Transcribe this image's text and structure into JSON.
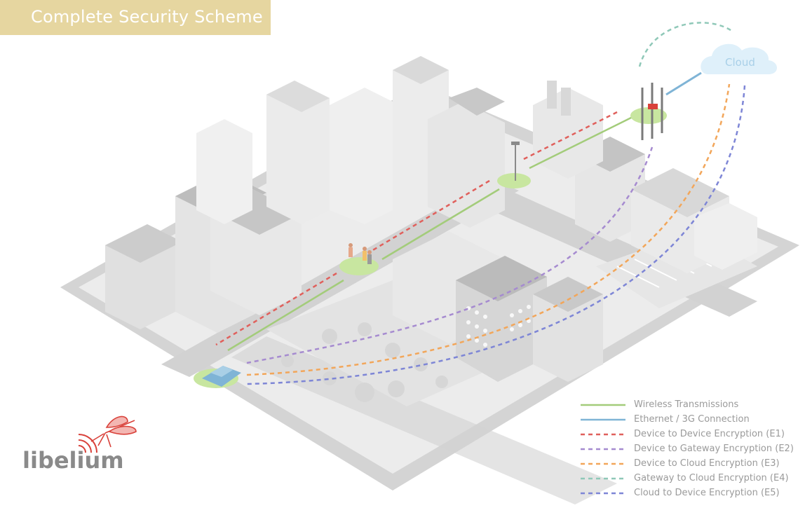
{
  "title": "Complete Security Scheme",
  "cloud_label": "Cloud",
  "brand": "libelium",
  "legend": [
    {
      "label": "Wireless Transmissions",
      "color": "#a3cc7a",
      "style": "solid"
    },
    {
      "label": "Ethernet / 3G Connection",
      "color": "#7fb4d6",
      "style": "solid"
    },
    {
      "label": "Device to Device Encryption (E1)",
      "color": "#e0605c",
      "style": "dashed"
    },
    {
      "label": "Device to Gateway Encryption (E2)",
      "color": "#a68bd0",
      "style": "dashed"
    },
    {
      "label": "Device to Cloud Encryption (E3)",
      "color": "#f2a65a",
      "style": "dashed"
    },
    {
      "label": "Gateway to Cloud Encryption  (E4)",
      "color": "#8fc8b8",
      "style": "dashed"
    },
    {
      "label": "Cloud to Device Encryption (E5)",
      "color": "#7e86d6",
      "style": "dashed"
    }
  ],
  "colors": {
    "banner": "#e6d6a0",
    "ground": "#cfcfcf",
    "node_green": "#c8e6a0",
    "logo_red": "#d9413a"
  }
}
